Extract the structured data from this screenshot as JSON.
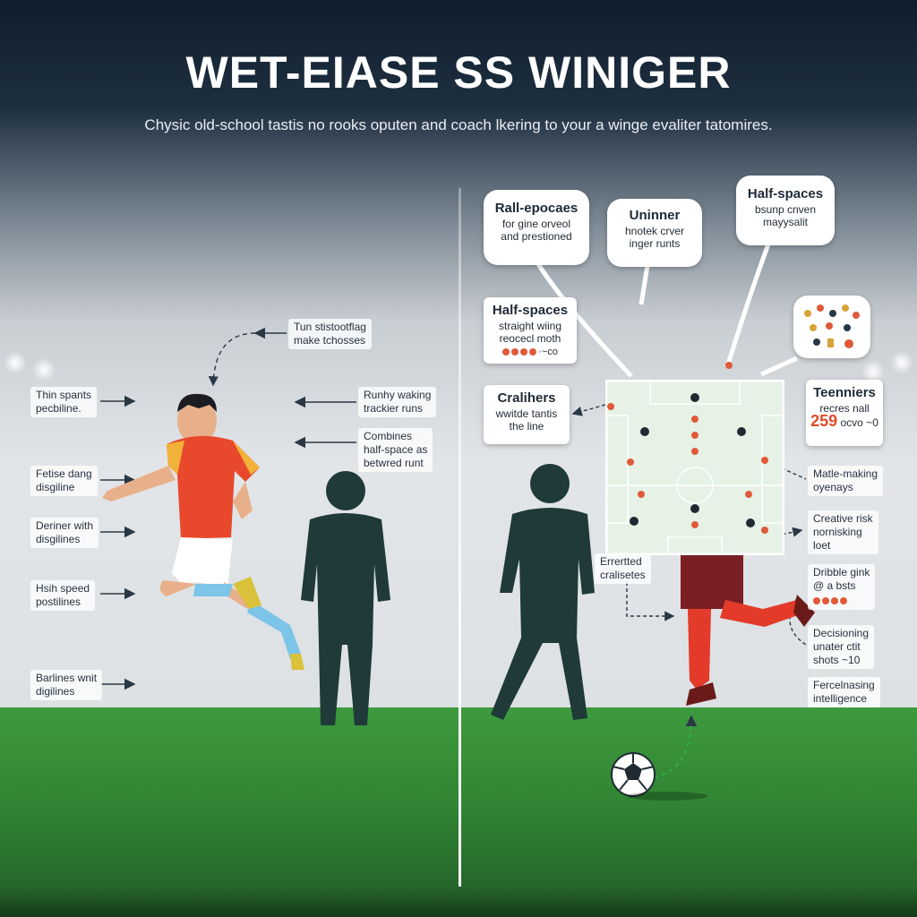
{
  "header": {
    "title": "WET-EIASE SS WINIGER",
    "subtitle": "Chysic old-school tastis no rooks oputen and coach lkering to your a winge evaliter tatomires."
  },
  "left_panel": {
    "right_labels": [
      {
        "id": "lbl-run",
        "lines": [
          "Tun stistootflag",
          "make tchosses"
        ]
      },
      {
        "id": "lbl-runhy",
        "lines": [
          "Runhy waking",
          "trackier runs"
        ]
      },
      {
        "id": "lbl-combines",
        "lines": [
          "Combines",
          "half-space as",
          "betwred runt"
        ]
      }
    ],
    "left_labels": [
      {
        "id": "lbl-thin",
        "lines": [
          "Thin spants",
          "pecbiline."
        ]
      },
      {
        "id": "lbl-fetise",
        "lines": [
          "Fetise dang",
          "disgiline"
        ]
      },
      {
        "id": "lbl-deriner",
        "lines": [
          "Deriner with",
          "disgilines"
        ]
      },
      {
        "id": "lbl-hsih",
        "lines": [
          "Hsih speed",
          "postilines"
        ]
      },
      {
        "id": "lbl-barlines",
        "lines": [
          "Barlines wnit",
          "digilines"
        ]
      }
    ]
  },
  "right_panel": {
    "bubbles": [
      {
        "id": "b-rall",
        "heading": "Rall-epocaes",
        "lines": [
          "for gine orveol",
          "and prestioned"
        ]
      },
      {
        "id": "b-uninner",
        "heading": "Uninner",
        "lines": [
          "hnotek crver",
          "inger runts"
        ]
      },
      {
        "id": "b-half-top",
        "heading": "Half-spaces",
        "lines": [
          "bsunp cnven",
          "mayysalit"
        ]
      },
      {
        "id": "b-half-mid",
        "heading": "Half-spaces",
        "lines": [
          "straight wiing",
          "reocecl moth"
        ],
        "suffix": "·~co"
      },
      {
        "id": "b-cralihers",
        "heading": "Cralihers",
        "lines": [
          "wwitde tantis",
          "the line"
        ]
      },
      {
        "id": "b-teenniers",
        "heading": "Teenniers",
        "lines": [
          "recres nall"
        ],
        "big": "259",
        "big_suffix": "ocvo",
        "tail": "~0"
      }
    ],
    "side_labels": [
      {
        "id": "lbl-matle",
        "lines": [
          "Matle-making",
          "oyenays"
        ]
      },
      {
        "id": "lbl-creative",
        "lines": [
          "Creative risk",
          "nornisking",
          "loet"
        ]
      },
      {
        "id": "lbl-dribble",
        "lines": [
          "Dribble gink",
          "@ a bsts"
        ]
      },
      {
        "id": "lbl-decision",
        "lines": [
          "Decisioning",
          "unater ctit",
          "shots ~10"
        ]
      },
      {
        "id": "lbl-fercel",
        "lines": [
          "Fercelnasing",
          "intelligence"
        ]
      },
      {
        "id": "lbl-erertted",
        "lines": [
          "Errertted",
          "cralisetes"
        ]
      }
    ]
  },
  "colors": {
    "accent": "#e05a3a",
    "jersey": "#e8482c",
    "silhouette": "#1f3a38",
    "pitch": "#2f8232"
  },
  "icons": [
    "stadium-light-icon",
    "football-icon",
    "tactic-board-icon",
    "stats-icons"
  ]
}
